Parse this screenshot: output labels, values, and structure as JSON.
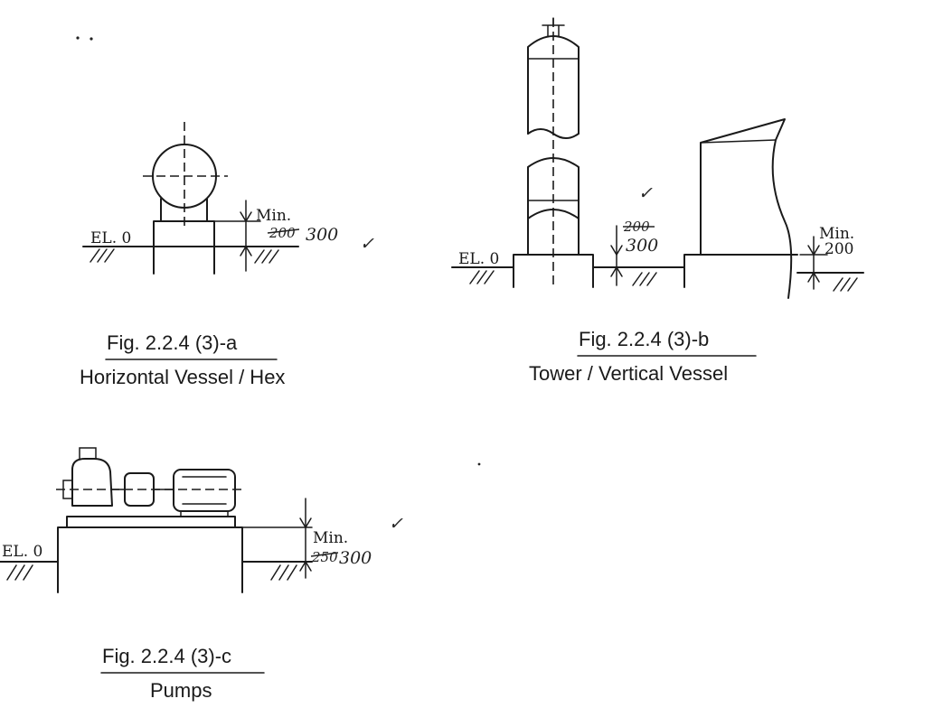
{
  "figures": [
    {
      "fig_label": "Fig. 2.2.4 (3)-a",
      "subtitle": "Horizontal Vessel / Hex",
      "elevation_label": "EL. 0",
      "min_label": "Min.",
      "struck_value": "200",
      "handwritten_value": "300"
    },
    {
      "fig_label": "Fig. 2.2.4 (3)-b",
      "subtitle": "Tower / Vertical Vessel",
      "elevation_label": "EL. 0",
      "struck_value": "200",
      "handwritten_value": "300",
      "min_label": "Min.",
      "min_value": "200"
    },
    {
      "fig_label": "Fig. 2.2.4 (3)-c",
      "subtitle": "Pumps",
      "elevation_label": "EL. 0",
      "min_label": "Min.",
      "struck_value": "250",
      "handwritten_value": "300"
    }
  ],
  "marks": {
    "check": "✓"
  }
}
